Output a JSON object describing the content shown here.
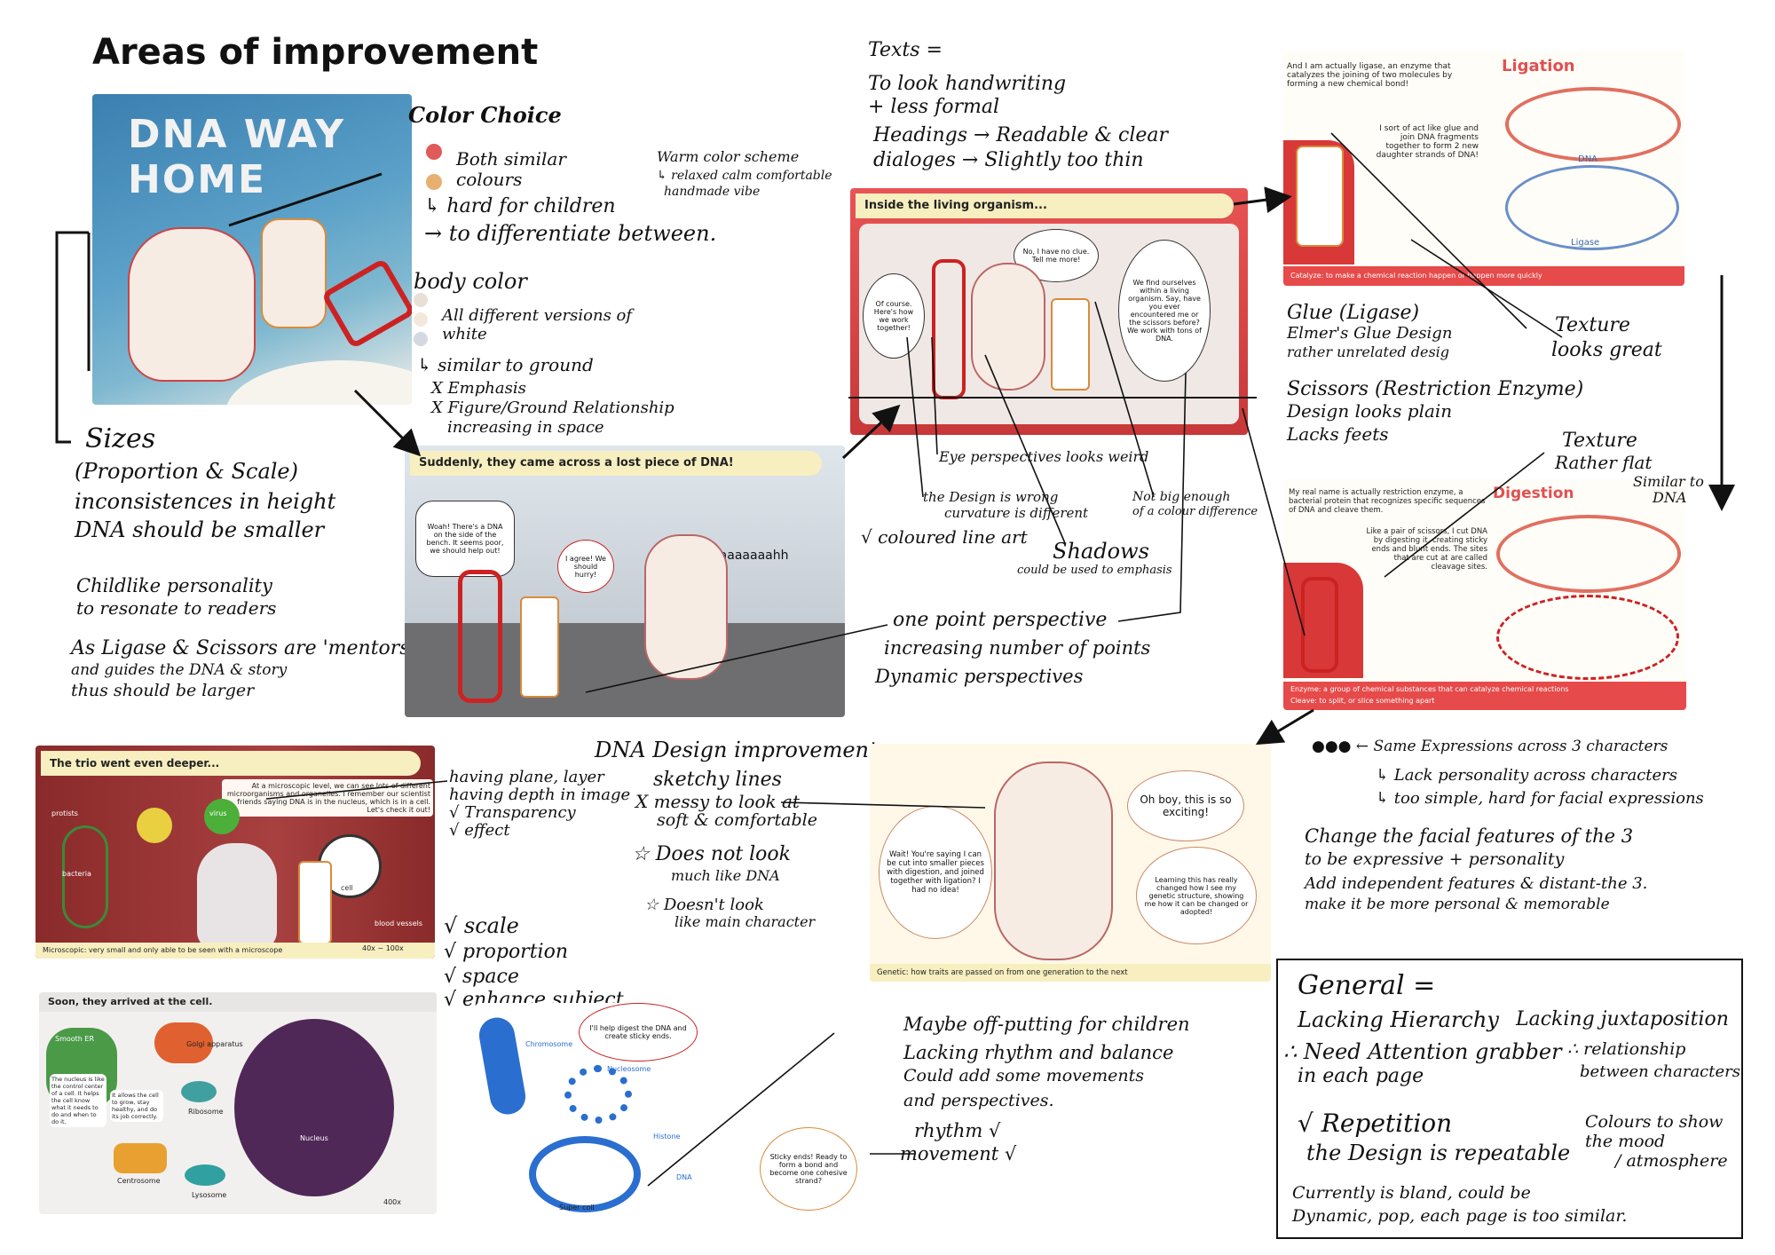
{
  "title": "Areas of improvement",
  "cover": {
    "title_text": "DNA WAY HOME"
  },
  "color_choice": {
    "heading": "Color Choice",
    "swatch_colors": [
      "#e05a5a",
      "#e8b070"
    ],
    "body_swatch_colors": [
      "#e8e0d6",
      "#f4e8dc",
      "#d4d8e0"
    ],
    "both_similar": "Both similar colours",
    "hard_for_children": "↳ hard for children",
    "differentiate": "→ to differentiate between.",
    "body_color": "body color",
    "all_versions": "All different versions of white",
    "similar_ground": "↳ similar to ground",
    "emphasis": "X Emphasis",
    "figure_ground": "X Figure/Ground Relationship",
    "increasing_space": "increasing in space"
  },
  "warm_scheme": {
    "line1": "Warm color scheme",
    "line2": "↳ relaxed calm comfortable",
    "line3": "handmade        vibe"
  },
  "texts_notes": {
    "heading": "Texts =",
    "line1": "To look handwriting",
    "line2": "+ less formal",
    "line3": "Headings → Readable & clear",
    "line4": "dialoges → Slightly too thin"
  },
  "sizes_notes": {
    "heading": "Sizes",
    "line1": "(Proportion & Scale)",
    "line2": "inconsistences in height",
    "line3": "DNA should be smaller",
    "line4": "Childlike personality",
    "line5": "to resonate to readers",
    "line6": "As Ligase & Scissors are 'mentors'",
    "line7": "and guides the DNA & story",
    "line8": "thus should be larger"
  },
  "panel_living": {
    "banner": "Inside the living organism...",
    "bubble1": "Of course. Here's how we work together!",
    "bubble2": "No, I have no clue. Tell me more!",
    "bubble3": "We find ourselves within a living organism. Say, have you ever encountered me or the scissors before? We work with tons of DNA."
  },
  "panel_lost": {
    "banner": "Suddenly, they came across a lost piece of DNA!",
    "bubble1": "Woah! There's a DNA on the side of the bench. It seems poor, we should help out!",
    "bubble2": "I agree! We should hurry!",
    "shout": "Waaaaaaaaaahh"
  },
  "panel_ligation": {
    "heading": "Ligation",
    "text1": "And I am actually ligase, an enzyme that catalyzes the joining of two molecules by forming a new chemical bond!",
    "text2": "I sort of act like glue and join DNA fragments together to form 2 new daughter strands of DNA!",
    "label_dna": "DNA",
    "label_ligase": "Ligase",
    "footer": "Catalyze: to make a chemical reaction happen or happen more quickly"
  },
  "panel_digestion": {
    "heading": "Digestion",
    "text1": "My real name is actually restriction enzyme, a bacterial protein that recognizes specific sequences of DNA and cleave them.",
    "text2": "Like a pair of scissors, I cut DNA by digesting it, creating sticky ends and blunt ends. The sites that are cut at are called cleavage sites.",
    "footer1": "Enzyme: a group of chemical substances that can catalyze chemical reactions",
    "footer2": "Cleave: to split, or slice something apart"
  },
  "middle_notes": {
    "eye": "Eye perspectives looks weird",
    "design_wrong": "the Design is wrong",
    "curvature": "curvature is different",
    "not_big": "Not big enough",
    "colour_diff": "of a colour difference",
    "line_art": "√ coloured line art",
    "shadows": "Shadows",
    "shadows_sub": "could be used to emphasis",
    "one_point": "one point perspective",
    "increasing_points": "increasing number of points",
    "dynamic": "Dynamic perspectives"
  },
  "right_notes": {
    "glue": "Glue (Ligase)",
    "elmer": "Elmer's Glue Design",
    "unrelated": "rather unrelated desig",
    "texture1": "Texture",
    "looks_great": "looks great",
    "scissors": "Scissors (Restriction Enzyme)",
    "plain": "Design looks plain",
    "lacks_feet": "Lacks feets",
    "texture2": "Texture",
    "rather_flat": "Rather flat",
    "similar_dna": "Similar to",
    "similar_dna2": "DNA"
  },
  "panel_deeper": {
    "banner": "The trio went even deeper...",
    "text": "At a microscopic level, we can see lots of different microorganisms and organelles. I remember our scientist friends saying DNA is in the nucleus, which is in a cell. Let's check it out!",
    "labels": [
      "protists",
      "virus",
      "bacteria",
      "cell",
      "blood vessels"
    ],
    "footer": "Microscopic: very small and only able to be seen with a microscope",
    "zoom": "40x ~ 100x"
  },
  "panel_cell": {
    "banner": "Soon, they arrived at the cell.",
    "labels": [
      "Smooth ER",
      "Golgi apparatus",
      "Ribosome",
      "Nucleus",
      "Centrosome",
      "Lysosome"
    ],
    "text1": "The nucleus is like the control center of a cell. It helps the cell know what it needs to do and when to do it.",
    "text2": "It allows the cell to grow, stay healthy, and do its job correctly.",
    "zoom": "400x"
  },
  "layer_notes": {
    "line1": "having plane, layer",
    "line2": "having depth in image",
    "line3": "√ Transparency",
    "line4": "√ effect",
    "scale": "√ scale",
    "proportion": "√ proportion",
    "space": "√ space",
    "enhance": "√ enhance subject."
  },
  "dna_design": {
    "heading": "DNA Design improvements",
    "sketchy": "sketchy lines",
    "messy": "X messy to look at",
    "soft": "soft & comfortable",
    "not_dna": "☆ Does not look",
    "not_dna2": "much like DNA",
    "not_main": "☆ Doesn't look",
    "not_main2": "like main character"
  },
  "panel_genetic": {
    "bubble1": "Wait! You're saying I can be cut into smaller pieces with digestion, and joined together with ligation? I had no idea!",
    "bubble2": "Oh boy, this is so exciting!",
    "bubble3": "Learning this has really changed how I see my genetic structure, showing me how it can be changed or adopted!",
    "footer": "Genetic: how traits are passed on from one generation to the next"
  },
  "expressions": {
    "line1": "●●● ← Same Expressions across 3 characters",
    "line2": "↳ Lack personality across characters",
    "line3": "↳ too simple, hard for facial expressions",
    "line4": "Change the facial features of the 3",
    "line5": "to be expressive + personality",
    "line6": "Add independent features & distant-the 3.",
    "line7": "make it be more personal & memorable"
  },
  "panel_chromosome": {
    "bubble1": "I'll help digest the DNA and create sticky ends.",
    "bubble2": "Sticky ends! Ready to form a bond and become one cohesive strand?",
    "labels": [
      "Chromosome",
      "Nucleosome",
      "Histone",
      "DNA",
      "Super coil"
    ]
  },
  "bottom_notes": {
    "off_putting": "Maybe off-putting for children",
    "rhythm_balance": "Lacking rhythm and balance",
    "could_add": "Could add some movements",
    "perspectives": "and perspectives.",
    "rhythm": "rhythm √",
    "movement": "movement √"
  },
  "general": {
    "heading": "General =",
    "hierarchy": "Lacking Hierarchy",
    "juxtaposition": "Lacking juxtaposition",
    "attention": "∴ Need Attention grabber",
    "each_page": "in each page",
    "relationship": "∴ relationship",
    "between": "between characters",
    "repetition": "√ Repetition",
    "repeatable": "the Design is repeatable",
    "colours_show": "Colours to show",
    "mood": "the mood",
    "atmosphere": "/ atmosphere",
    "bland": "Currently is bland, could be",
    "dynamic": "Dynamic, pop, each page is too similar."
  }
}
